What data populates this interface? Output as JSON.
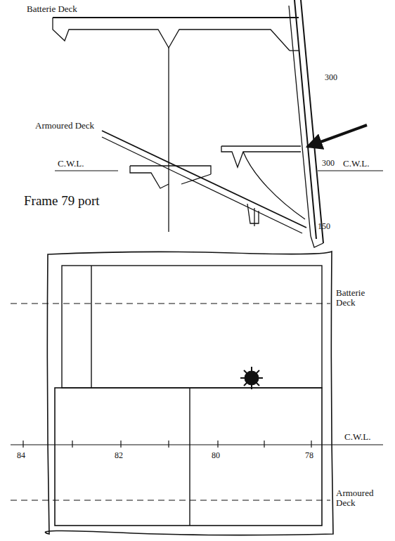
{
  "diagram": {
    "labels": [
      "Batterie Deck",
      "300",
      "Armoured Deck",
      "C.W.L.",
      "300",
      "C.W.L.",
      "150",
      "Frame 79 port",
      "Batterie Deck",
      "C.W.L.",
      "84",
      "82",
      "80",
      "78",
      "Armoured Deck"
    ]
  }
}
